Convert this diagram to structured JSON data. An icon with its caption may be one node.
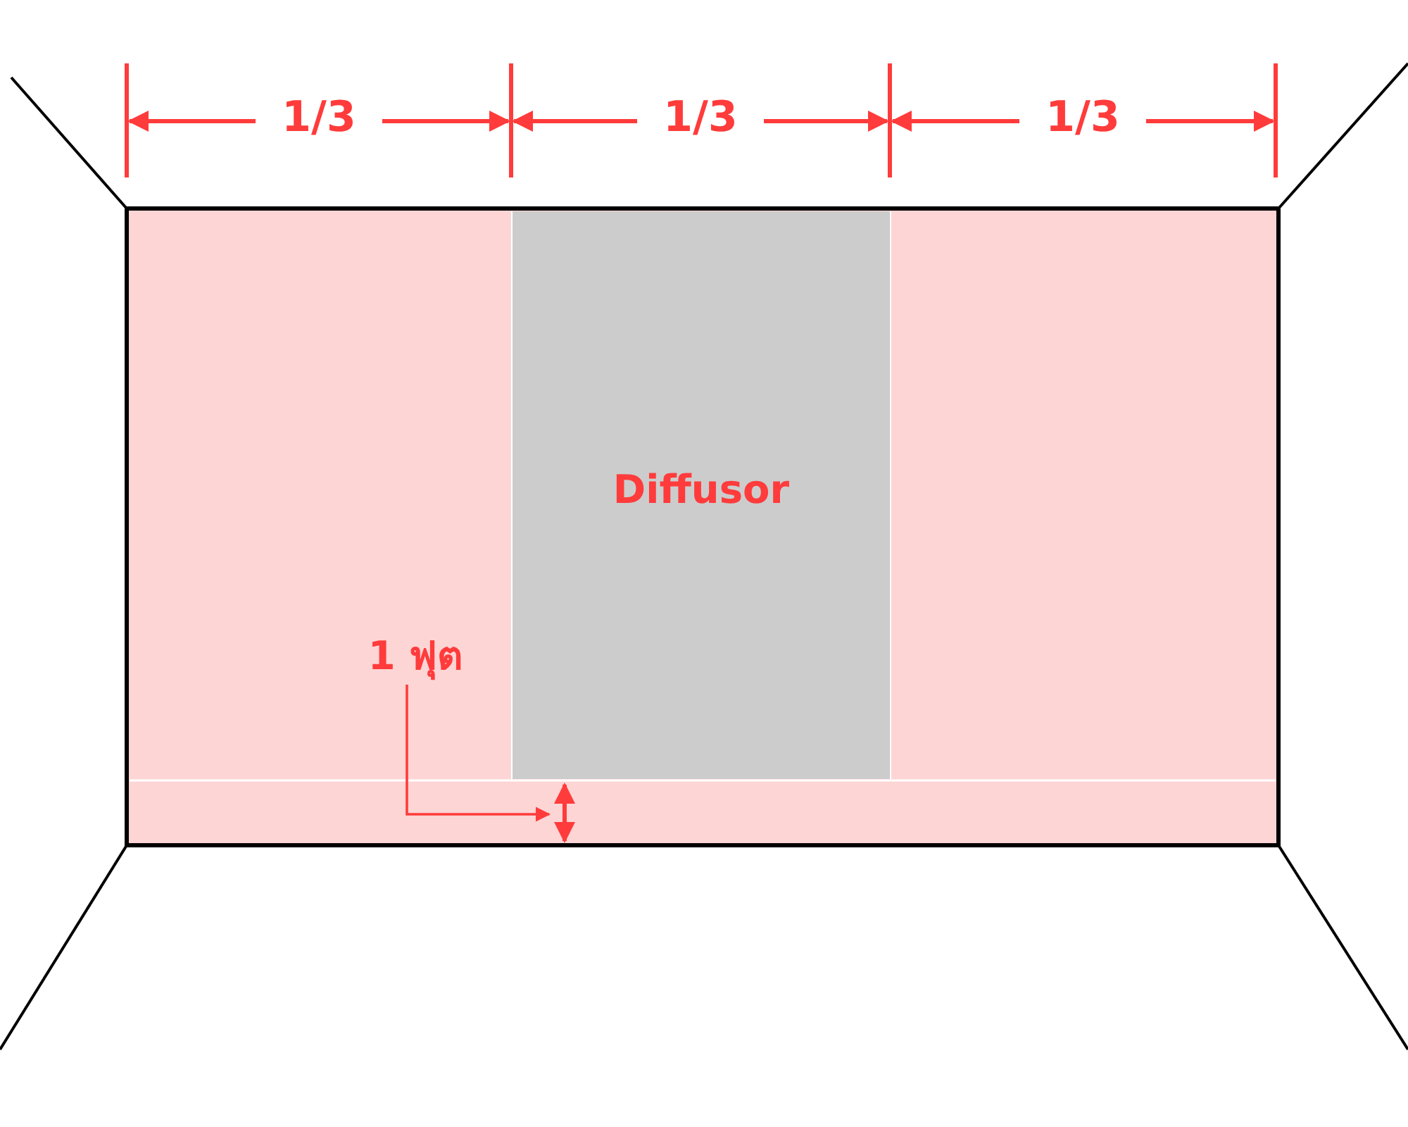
{
  "diagram": {
    "nodes": [
      {
        "text": [
          "Diffusor"
        ]
      },
      {
        "text": [
          "1 ฟุต"
        ]
      },
      {
        "text": [],
        "shape": "arrow"
      }
    ],
    "edges": [
      {
        "from": 1,
        "to": 2,
        "arrow": "to"
      }
    ],
    "labels": [
      "1/3",
      "1/3",
      "1/3"
    ]
  }
}
